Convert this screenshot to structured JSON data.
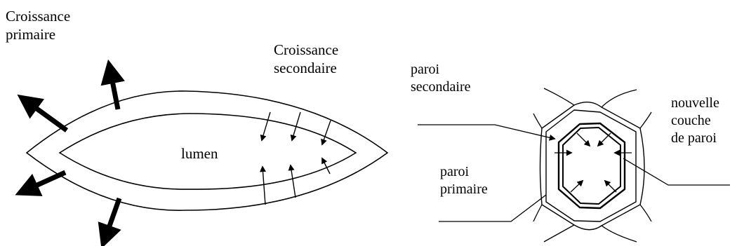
{
  "colors": {
    "ink": "#000000",
    "background": "#ffffff"
  },
  "left_cell": {
    "primary_growth": {
      "line1": "Croissance",
      "line2": "primaire"
    },
    "secondary_growth": {
      "line1": "Croissance",
      "line2": "secondaire"
    },
    "lumen": "lumen"
  },
  "right_cell": {
    "secondary_wall": {
      "line1": "paroi",
      "line2": "secondaire"
    },
    "primary_wall": {
      "line1": "paroi",
      "line2": "primaire"
    },
    "new_layer": {
      "line1": "nouvelle",
      "line2": "couche",
      "line3": "de paroi"
    }
  }
}
